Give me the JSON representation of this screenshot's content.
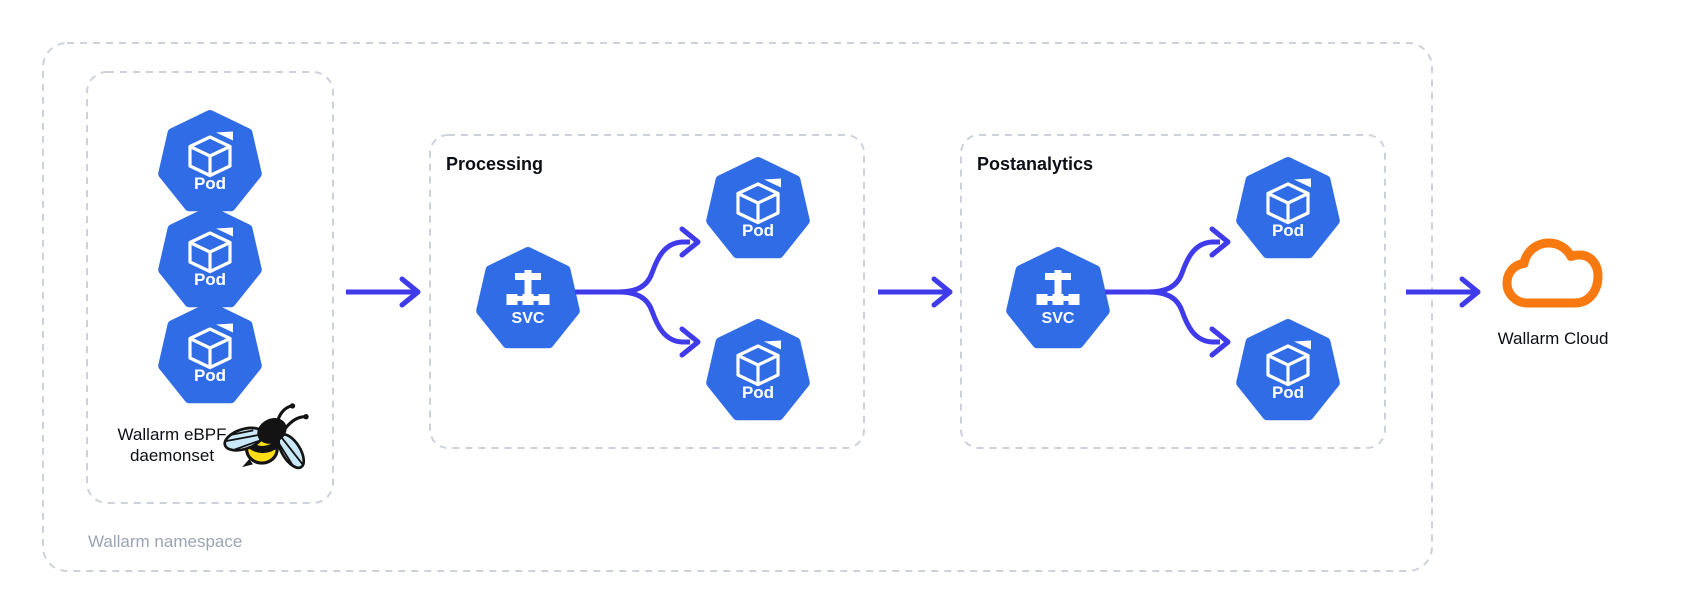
{
  "diagram": {
    "namespace": {
      "label": "Wallarm namespace"
    },
    "daemonset": {
      "title_line1": "Wallarm eBPF",
      "title_line2": "daemonset",
      "pod_count": 3
    },
    "processing": {
      "title": "Processing",
      "pod_count": 2
    },
    "postanalytics": {
      "title": "Postanalytics",
      "pod_count": 2
    },
    "cloud": {
      "label": "Wallarm Cloud"
    }
  },
  "labels": {
    "pod": "Pod",
    "svc": "SVC"
  },
  "icons": {
    "pod": "kubernetes-pod-heptagon-cube",
    "svc": "kubernetes-service-heptagon-tree",
    "bee": "ebpf-bee",
    "cloud": "cloud-outline"
  },
  "colors": {
    "pod_blue": "#2F6CE6",
    "flow_blue": "#3F3AEA",
    "cloud_orange": "#F8790F",
    "border_gray": "#CDD2DA",
    "text_muted": "#9AA4B6",
    "text_dark": "#0C0F16",
    "bee_yellow": "#FFDE17",
    "bee_wing": "#C9E8F8",
    "bee_black": "#131313"
  }
}
